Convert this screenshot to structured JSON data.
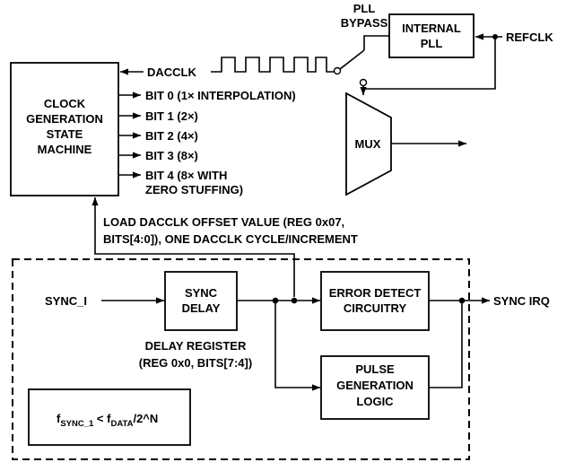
{
  "clock_gen": {
    "line1": "CLOCK",
    "line2": "GENERATION",
    "line3": "STATE",
    "line4": "MACHINE"
  },
  "dacclk_label": "DACCLK",
  "bits": [
    "BIT 0 (1× INTERPOLATION)",
    "BIT 1 (2×)",
    "BIT 2 (4×)",
    "BIT 3 (8×)",
    "BIT 4 (8× WITH",
    "ZERO STUFFING)"
  ],
  "pll_bypass": {
    "line1": "PLL",
    "line2": "BYPASS"
  },
  "internal_pll": {
    "line1": "INTERNAL",
    "line2": "PLL"
  },
  "refclk_label": "REFCLK",
  "mux_label": "MUX",
  "load_offset": {
    "line1": "LOAD DACCLK OFFSET VALUE (REG 0x07,",
    "line2": "BITS[4:0]), ONE DACCLK CYCLE/INCREMENT"
  },
  "sync_i_label": "SYNC_I",
  "sync_delay": {
    "line1": "SYNC",
    "line2": "DELAY"
  },
  "error_detect": {
    "line1": "ERROR DETECT",
    "line2": "CIRCUITRY"
  },
  "sync_irq_label": "SYNC IRQ",
  "delay_register": {
    "line1": "DELAY REGISTER",
    "line2": "(REG 0x0, BITS[7:4])"
  },
  "pulse_gen": {
    "line1": "PULSE",
    "line2": "GENERATION",
    "line3": "LOGIC"
  },
  "formula": {
    "f1": "f",
    "sub1": "SYNC_1",
    "lt": " < f",
    "sub2": "DATA",
    "tail": "/2^N"
  }
}
